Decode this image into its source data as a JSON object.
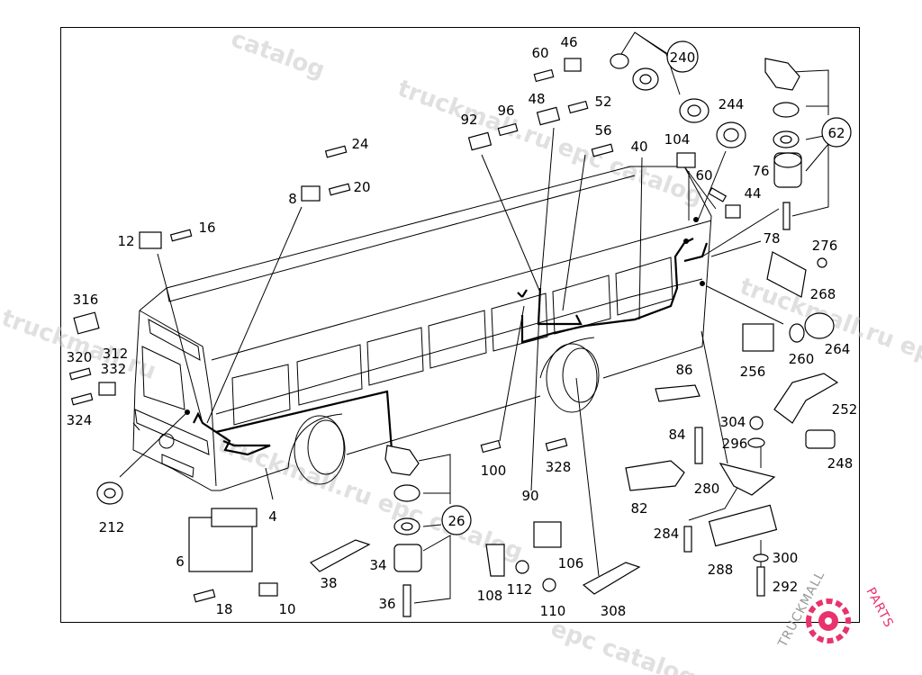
{
  "labels": [
    "60",
    "46",
    "240",
    "92",
    "96",
    "48",
    "52",
    "244",
    "62",
    "24",
    "56",
    "104",
    "40",
    "76",
    "8",
    "20",
    "60",
    "44",
    "12",
    "16",
    "78",
    "276",
    "268",
    "316",
    "320",
    "312",
    "332",
    "324",
    "256",
    "260",
    "264",
    "86",
    "252",
    "304",
    "296",
    "84",
    "248",
    "100",
    "328",
    "280",
    "82",
    "212",
    "4",
    "26",
    "90",
    "284",
    "300",
    "288",
    "6",
    "34",
    "106",
    "38",
    "108",
    "112",
    "36",
    "18",
    "10",
    "110",
    "308",
    "292"
  ],
  "watermark": "truckmall.ru epc catalog",
  "watermark_short": "truckmall.ru",
  "watermark_mid": "epc catalog",
  "watermark_b": "catalog",
  "logo": {
    "left": "TRUCKMALL",
    "right": "PARTS",
    "color_left": "#999999",
    "color_right": "#e8336d"
  }
}
